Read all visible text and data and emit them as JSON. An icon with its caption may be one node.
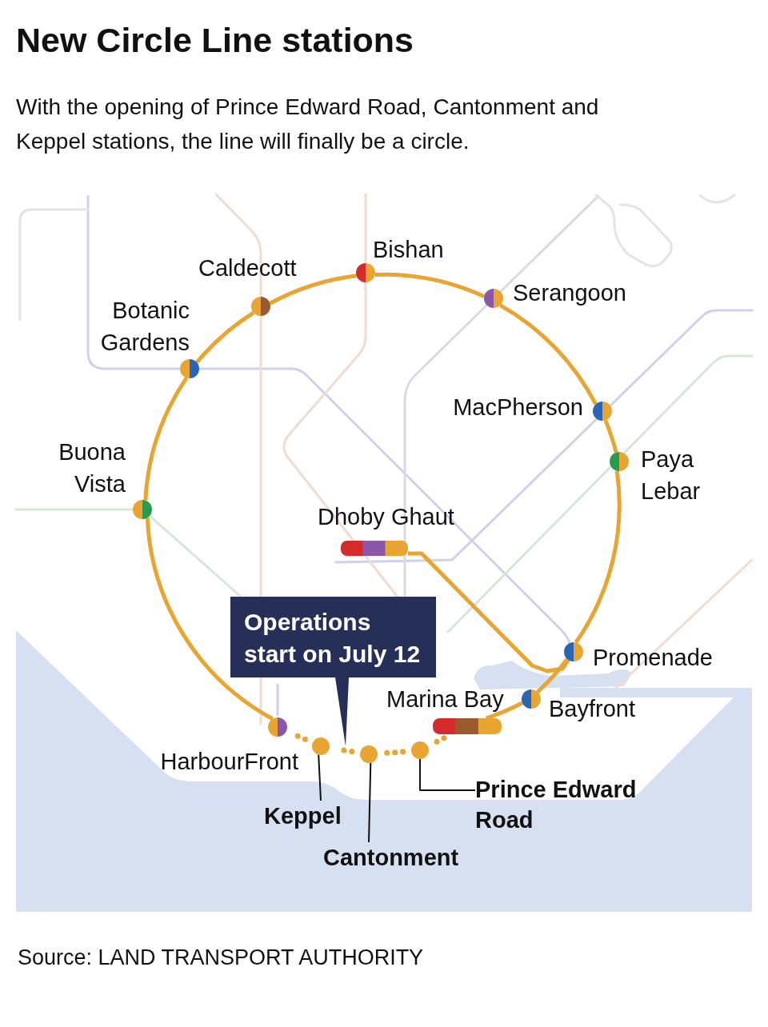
{
  "diagram": {
    "title": "New Circle Line stations",
    "caption": "With the opening of Prince Edward Road, Cantonment and Keppel stations, the line will finally be a circle.",
    "nodes": [
      {
        "text": [],
        "shape": "circle",
        "beside": [
          "Bishan"
        ]
      },
      {
        "text": [],
        "shape": "circle",
        "beside": [
          "Caldecott"
        ]
      },
      {
        "text": [],
        "shape": "circle",
        "beside": [
          "Serangoon"
        ]
      },
      {
        "text": [],
        "shape": "circle",
        "beside": [
          "Botanic Gardens"
        ]
      },
      {
        "text": [],
        "shape": "circle",
        "beside": [
          "MacPherson"
        ]
      },
      {
        "text": [],
        "shape": "circle",
        "beside": [
          "Paya Lebar"
        ]
      },
      {
        "text": [],
        "shape": "circle",
        "beside": [
          "Buona Vista"
        ]
      },
      {
        "text": [],
        "shape": "bar",
        "beside": [
          "Dhoby Ghaut"
        ]
      },
      {
        "text": [
          "Operations start on July 12"
        ]
      },
      {
        "text": [],
        "shape": "circle",
        "beside": [
          "Promenade"
        ]
      },
      {
        "text": [],
        "shape": "bar",
        "beside": [
          "Marina Bay"
        ]
      },
      {
        "text": [],
        "shape": "circle",
        "beside": [
          "Bayfront"
        ]
      },
      {
        "text": [],
        "shape": "circle",
        "beside": [
          "HarbourFront"
        ]
      },
      {
        "text": [],
        "shape": "circle"
      },
      {
        "text": [],
        "shape": "circle"
      },
      {
        "text": [],
        "shape": "circle"
      },
      {
        "text": [
          "Prince Edward Road"
        ]
      },
      {
        "text": [
          "Keppel"
        ]
      },
      {
        "text": [
          "Cantonment"
        ]
      }
    ],
    "edges": [
      {
        "from": 0,
        "to": 2,
        "arrow": "none"
      },
      {
        "from": 2,
        "to": 4,
        "arrow": "none"
      },
      {
        "from": 4,
        "to": 5,
        "arrow": "none"
      },
      {
        "from": 5,
        "to": 9,
        "arrow": "none"
      },
      {
        "from": 9,
        "to": 11,
        "arrow": "none"
      },
      {
        "from": 11,
        "to": 10,
        "arrow": "none"
      },
      {
        "from": 10,
        "to": 15,
        "arrow": "none",
        "style": "dashed"
      },
      {
        "from": 15,
        "to": 14,
        "arrow": "none",
        "style": "dashed"
      },
      {
        "from": 14,
        "to": 13,
        "arrow": "none",
        "style": "dashed"
      },
      {
        "from": 13,
        "to": 12,
        "arrow": "none",
        "style": "dashed"
      },
      {
        "from": 12,
        "to": 6,
        "arrow": "none"
      },
      {
        "from": 6,
        "to": 3,
        "arrow": "none"
      },
      {
        "from": 3,
        "to": 1,
        "arrow": "none"
      },
      {
        "from": 1,
        "to": 0,
        "arrow": "none"
      },
      {
        "from": 7,
        "to": 9,
        "arrow": "none"
      },
      {
        "from": 17,
        "to": 13,
        "arrow": "none",
        "color": "#111111"
      },
      {
        "from": 18,
        "to": 14,
        "arrow": "none",
        "color": "#111111"
      },
      {
        "from": 16,
        "to": 15,
        "arrow": "none",
        "color": "#111111"
      }
    ],
    "labels": [
      "Source: LAND TRANSPORT AUTHORITY"
    ]
  }
}
